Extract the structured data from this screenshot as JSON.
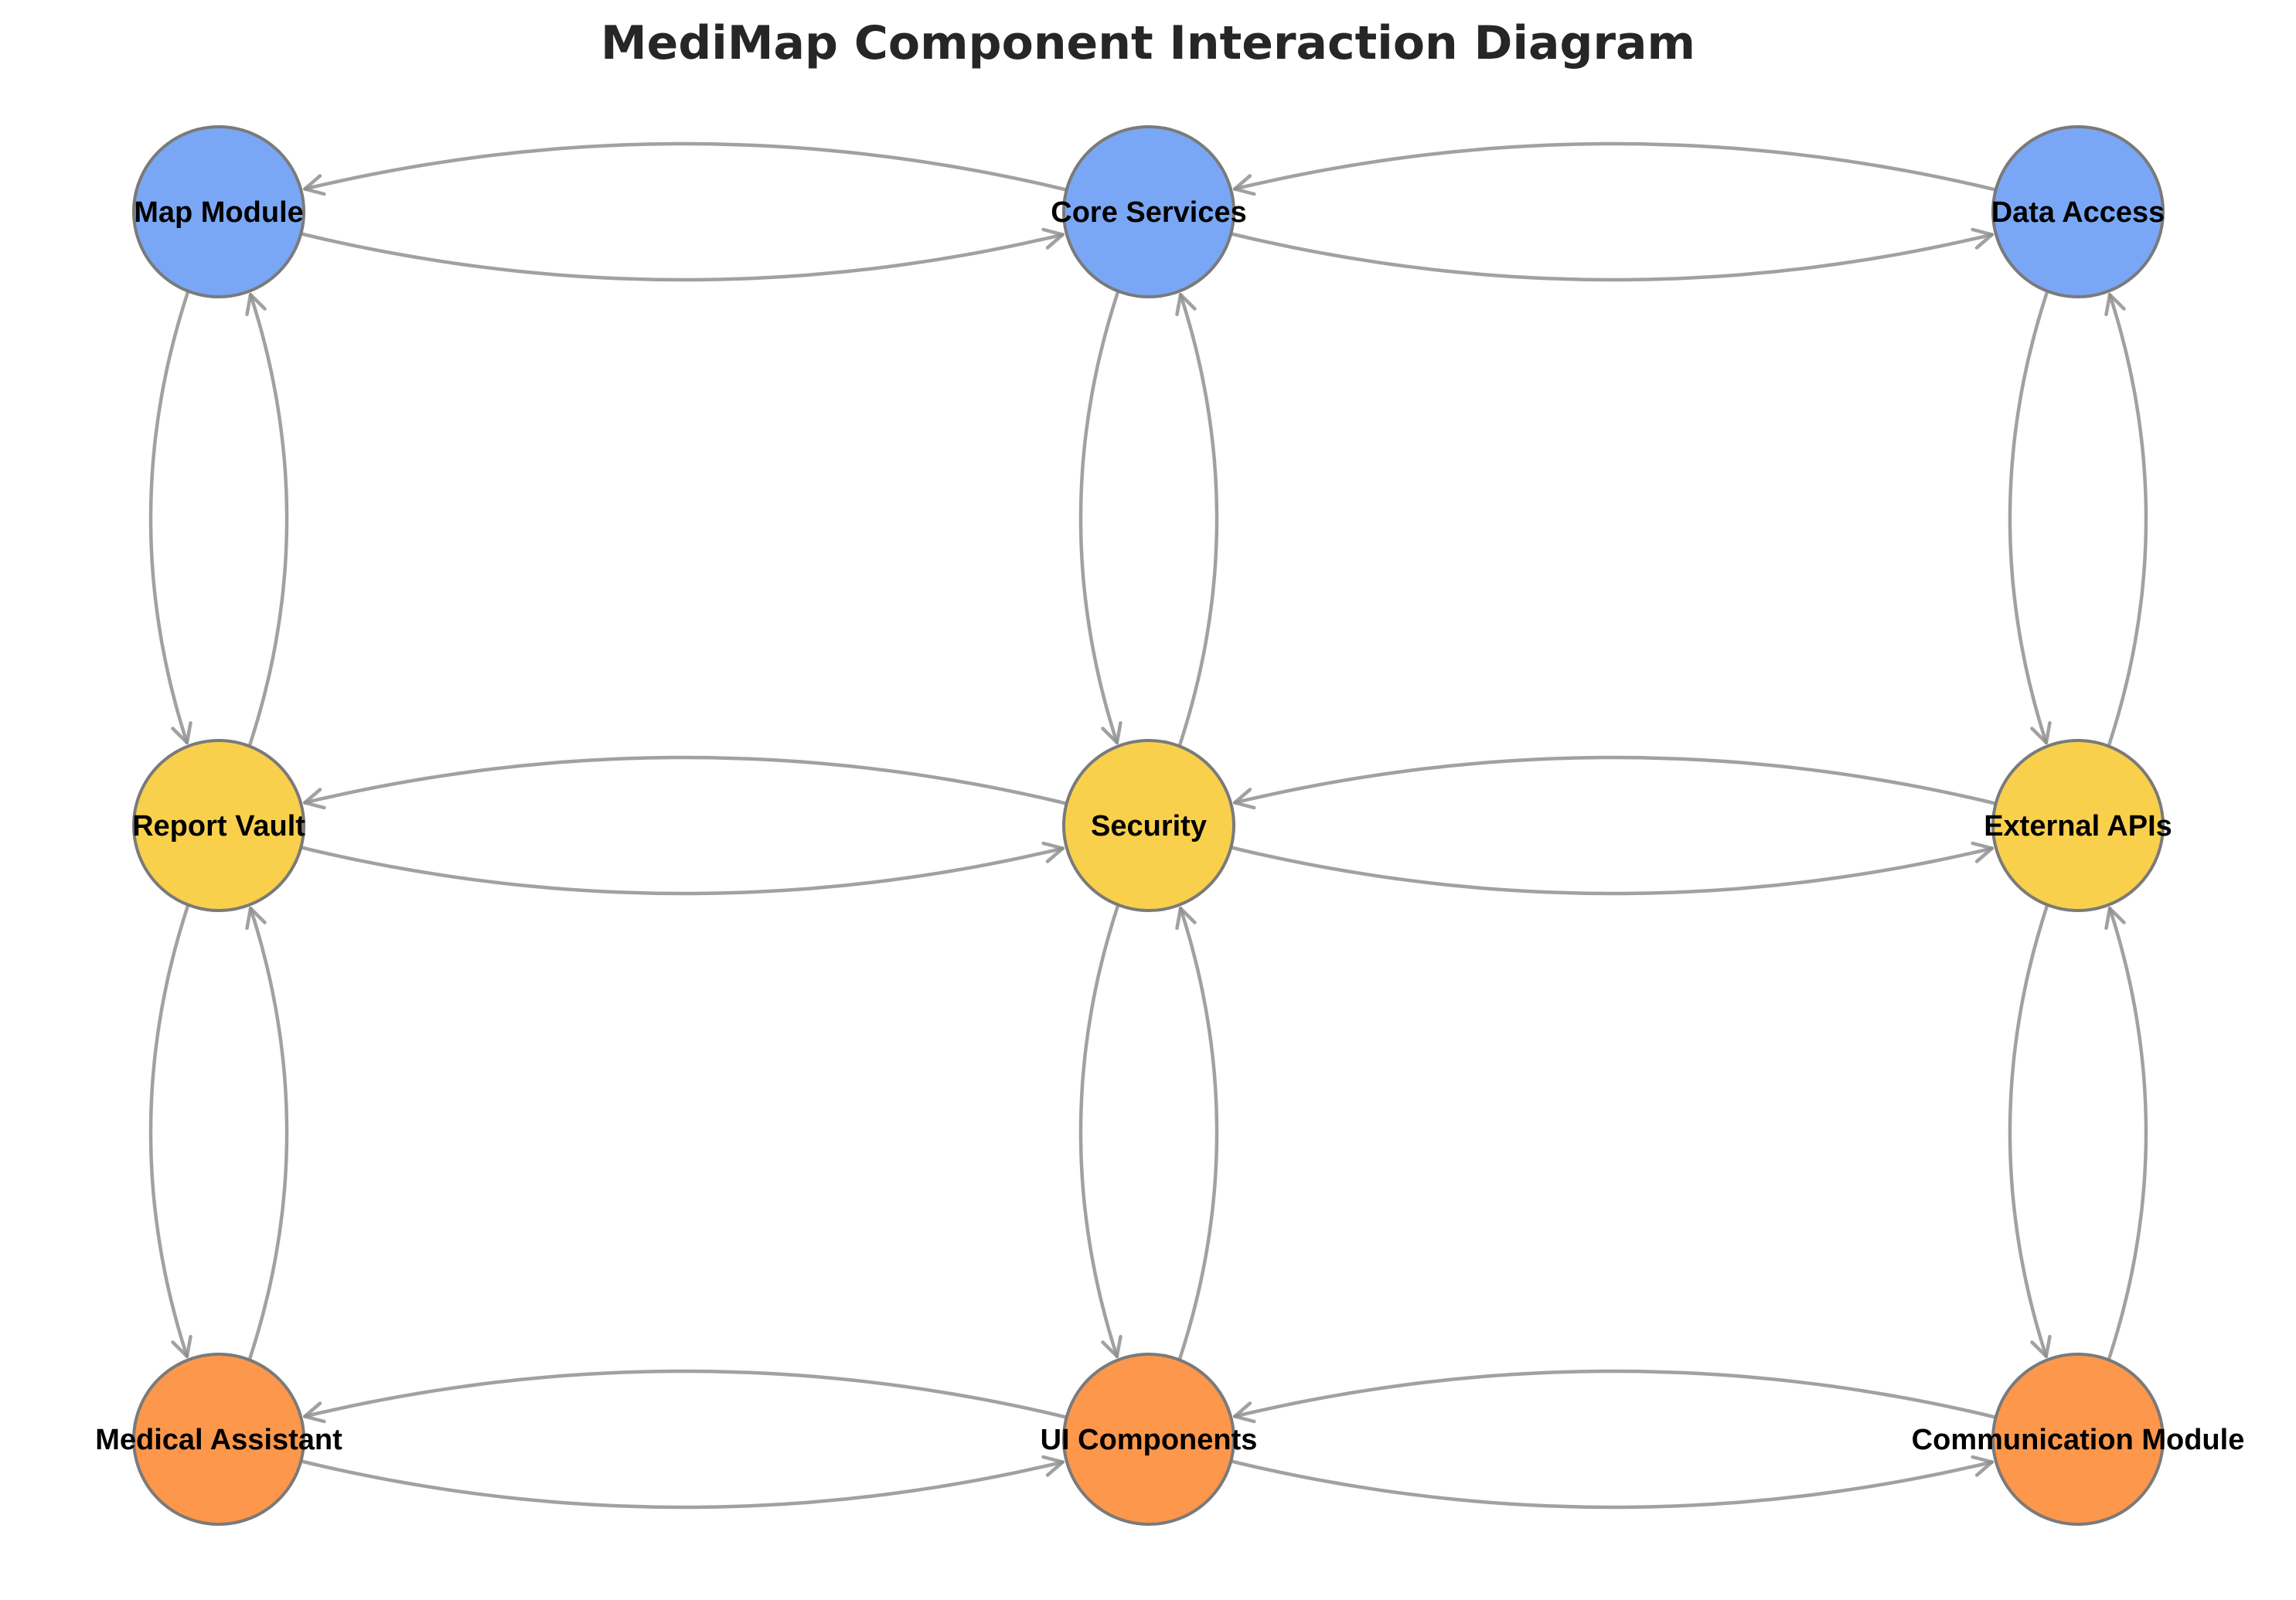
{
  "title": "MediMap Component Interaction Diagram",
  "edge_color": "#8c8c8c",
  "layer_colors": {
    "top": "#7aa7f5",
    "middle": "#f9d04c",
    "bottom": "#fd974b"
  },
  "nodes": [
    {
      "id": "map",
      "label": "Map Module",
      "layer": "top",
      "row": 0,
      "col": 0
    },
    {
      "id": "core",
      "label": "Core Services",
      "layer": "top",
      "row": 0,
      "col": 1
    },
    {
      "id": "data",
      "label": "Data Access",
      "layer": "top",
      "row": 0,
      "col": 2
    },
    {
      "id": "report",
      "label": "Report Vault",
      "layer": "middle",
      "row": 1,
      "col": 0
    },
    {
      "id": "security",
      "label": "Security",
      "layer": "middle",
      "row": 1,
      "col": 1
    },
    {
      "id": "external",
      "label": "External APIs",
      "layer": "middle",
      "row": 1,
      "col": 2
    },
    {
      "id": "medical",
      "label": "Medical Assistant",
      "layer": "bottom",
      "row": 2,
      "col": 0
    },
    {
      "id": "ui",
      "label": "UI Components",
      "layer": "bottom",
      "row": 2,
      "col": 1
    },
    {
      "id": "comm",
      "label": "Communication Module",
      "layer": "bottom",
      "row": 2,
      "col": 2
    }
  ],
  "edges": [
    {
      "from": "map",
      "to": "core"
    },
    {
      "from": "core",
      "to": "map"
    },
    {
      "from": "core",
      "to": "data"
    },
    {
      "from": "data",
      "to": "core"
    },
    {
      "from": "report",
      "to": "security"
    },
    {
      "from": "security",
      "to": "report"
    },
    {
      "from": "security",
      "to": "external"
    },
    {
      "from": "external",
      "to": "security"
    },
    {
      "from": "medical",
      "to": "ui"
    },
    {
      "from": "ui",
      "to": "medical"
    },
    {
      "from": "ui",
      "to": "comm"
    },
    {
      "from": "comm",
      "to": "ui"
    },
    {
      "from": "map",
      "to": "report"
    },
    {
      "from": "report",
      "to": "map"
    },
    {
      "from": "report",
      "to": "medical"
    },
    {
      "from": "medical",
      "to": "report"
    },
    {
      "from": "core",
      "to": "security"
    },
    {
      "from": "security",
      "to": "core"
    },
    {
      "from": "security",
      "to": "ui"
    },
    {
      "from": "ui",
      "to": "security"
    },
    {
      "from": "data",
      "to": "external"
    },
    {
      "from": "external",
      "to": "data"
    },
    {
      "from": "external",
      "to": "comm"
    },
    {
      "from": "comm",
      "to": "external"
    }
  ]
}
